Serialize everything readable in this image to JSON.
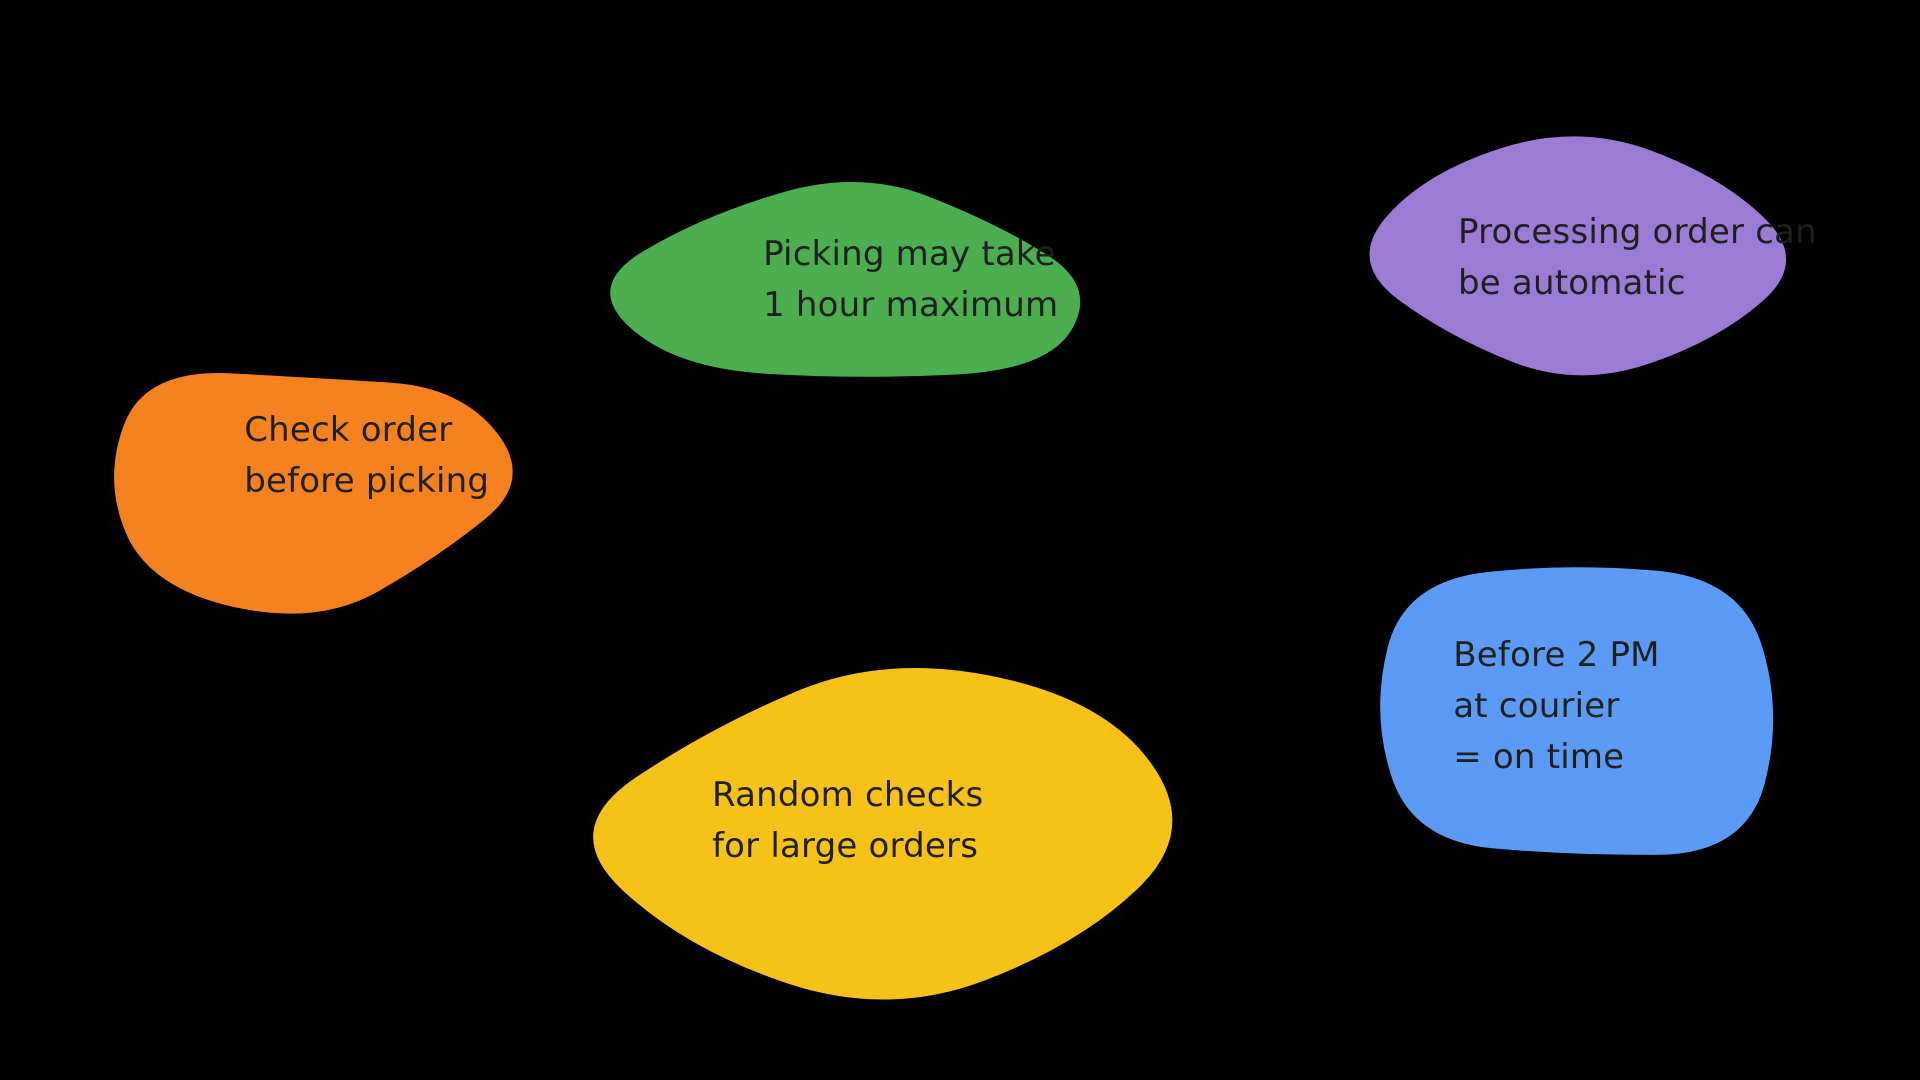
{
  "canvas": {
    "background": "#000000",
    "text_color": "#1f1f1f"
  },
  "notes": [
    {
      "id": "check-order",
      "color": "#F6821F",
      "text": "Check order\nbefore picking"
    },
    {
      "id": "picking-time",
      "color": "#4BAE4F",
      "text": "Picking may take\n1 hour maximum"
    },
    {
      "id": "processing-auto",
      "color": "#9B7BD6",
      "text": "Processing order can\nbe automatic"
    },
    {
      "id": "random-checks",
      "color": "#F6C21A",
      "text": "Random checks\nfor large orders"
    },
    {
      "id": "courier-time",
      "color": "#5B9BF5",
      "text": "Before 2 PM\nat courier\n= on time"
    }
  ]
}
